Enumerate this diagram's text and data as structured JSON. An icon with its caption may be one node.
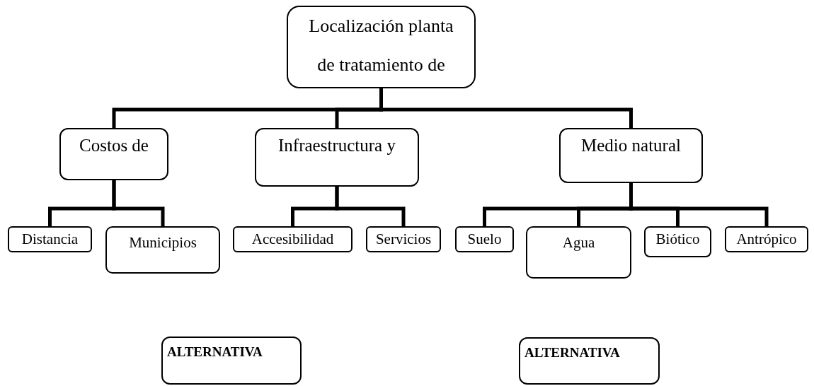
{
  "diagram": {
    "nodes": [
      {
        "text": [
          "Localización planta de tratamiento de"
        ]
      },
      {
        "text": [
          "Costos de"
        ]
      },
      {
        "text": [
          "Infraestructura y"
        ]
      },
      {
        "text": [
          "Medio natural"
        ]
      },
      {
        "text": [
          "Distancia"
        ]
      },
      {
        "text": [
          "Municipios"
        ]
      },
      {
        "text": [
          "Accesibilidad"
        ]
      },
      {
        "text": [
          "Servicios"
        ]
      },
      {
        "text": [
          "Suelo"
        ]
      },
      {
        "text": [
          "Agua"
        ]
      },
      {
        "text": [
          "Biótico"
        ]
      },
      {
        "text": [
          "Antrópico"
        ]
      },
      {
        "text": [
          "ALTERNATIVA"
        ]
      },
      {
        "text": [
          "ALTERNATIVA"
        ]
      }
    ],
    "edges": [
      {
        "from": 0,
        "to": 1,
        "arrow": "none"
      },
      {
        "from": 0,
        "to": 2,
        "arrow": "none"
      },
      {
        "from": 0,
        "to": 3,
        "arrow": "none"
      },
      {
        "from": 1,
        "to": 4,
        "arrow": "none"
      },
      {
        "from": 1,
        "to": 5,
        "arrow": "none"
      },
      {
        "from": 2,
        "to": 6,
        "arrow": "none"
      },
      {
        "from": 2,
        "to": 7,
        "arrow": "none"
      },
      {
        "from": 3,
        "to": 8,
        "arrow": "none"
      },
      {
        "from": 3,
        "to": 9,
        "arrow": "none"
      },
      {
        "from": 3,
        "to": 10,
        "arrow": "none"
      },
      {
        "from": 3,
        "to": 11,
        "arrow": "none"
      }
    ]
  }
}
